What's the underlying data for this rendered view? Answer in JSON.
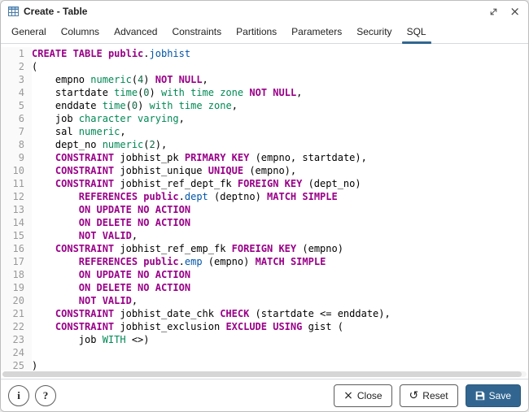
{
  "dialog": {
    "title": "Create - Table"
  },
  "tabs": [
    {
      "label": "General",
      "active": false
    },
    {
      "label": "Columns",
      "active": false
    },
    {
      "label": "Advanced",
      "active": false
    },
    {
      "label": "Constraints",
      "active": false
    },
    {
      "label": "Partitions",
      "active": false
    },
    {
      "label": "Parameters",
      "active": false
    },
    {
      "label": "Security",
      "active": false
    },
    {
      "label": "SQL",
      "active": true
    }
  ],
  "editor": {
    "lines": [
      [
        [
          "kw",
          "CREATE TABLE"
        ],
        [
          "pl",
          " "
        ],
        [
          "kw",
          "public"
        ],
        [
          "pl",
          "."
        ],
        [
          "id",
          "jobhist"
        ]
      ],
      [
        [
          "pl",
          "("
        ]
      ],
      [
        [
          "pl",
          "    empno "
        ],
        [
          "ty",
          "numeric"
        ],
        [
          "pl",
          "("
        ],
        [
          "nb",
          "4"
        ],
        [
          "pl",
          ") "
        ],
        [
          "kw",
          "NOT NULL"
        ],
        [
          "pl",
          ","
        ]
      ],
      [
        [
          "pl",
          "    startdate "
        ],
        [
          "ty",
          "time"
        ],
        [
          "pl",
          "("
        ],
        [
          "nb",
          "0"
        ],
        [
          "pl",
          ") "
        ],
        [
          "ty",
          "with time zone"
        ],
        [
          "pl",
          " "
        ],
        [
          "kw",
          "NOT NULL"
        ],
        [
          "pl",
          ","
        ]
      ],
      [
        [
          "pl",
          "    enddate "
        ],
        [
          "ty",
          "time"
        ],
        [
          "pl",
          "("
        ],
        [
          "nb",
          "0"
        ],
        [
          "pl",
          ") "
        ],
        [
          "ty",
          "with time zone"
        ],
        [
          "pl",
          ","
        ]
      ],
      [
        [
          "pl",
          "    job "
        ],
        [
          "ty",
          "character varying"
        ],
        [
          "pl",
          ","
        ]
      ],
      [
        [
          "pl",
          "    sal "
        ],
        [
          "ty",
          "numeric"
        ],
        [
          "pl",
          ","
        ]
      ],
      [
        [
          "pl",
          "    dept_no "
        ],
        [
          "ty",
          "numeric"
        ],
        [
          "pl",
          "("
        ],
        [
          "nb",
          "2"
        ],
        [
          "pl",
          "),"
        ]
      ],
      [
        [
          "pl",
          "    "
        ],
        [
          "kw",
          "CONSTRAINT"
        ],
        [
          "pl",
          " jobhist_pk "
        ],
        [
          "kw",
          "PRIMARY KEY"
        ],
        [
          "pl",
          " (empno, startdate),"
        ]
      ],
      [
        [
          "pl",
          "    "
        ],
        [
          "kw",
          "CONSTRAINT"
        ],
        [
          "pl",
          " jobhist_unique "
        ],
        [
          "kw",
          "UNIQUE"
        ],
        [
          "pl",
          " (empno),"
        ]
      ],
      [
        [
          "pl",
          "    "
        ],
        [
          "kw",
          "CONSTRAINT"
        ],
        [
          "pl",
          " jobhist_ref_dept_fk "
        ],
        [
          "kw",
          "FOREIGN KEY"
        ],
        [
          "pl",
          " (dept_no)"
        ]
      ],
      [
        [
          "pl",
          "        "
        ],
        [
          "kw",
          "REFERENCES"
        ],
        [
          "pl",
          " "
        ],
        [
          "kw",
          "public"
        ],
        [
          "pl",
          "."
        ],
        [
          "id",
          "dept"
        ],
        [
          "pl",
          " (deptno) "
        ],
        [
          "kw",
          "MATCH SIMPLE"
        ]
      ],
      [
        [
          "pl",
          "        "
        ],
        [
          "kw",
          "ON UPDATE NO ACTION"
        ]
      ],
      [
        [
          "pl",
          "        "
        ],
        [
          "kw",
          "ON DELETE NO ACTION"
        ]
      ],
      [
        [
          "pl",
          "        "
        ],
        [
          "kw",
          "NOT VALID"
        ],
        [
          "pl",
          ","
        ]
      ],
      [
        [
          "pl",
          "    "
        ],
        [
          "kw",
          "CONSTRAINT"
        ],
        [
          "pl",
          " jobhist_ref_emp_fk "
        ],
        [
          "kw",
          "FOREIGN KEY"
        ],
        [
          "pl",
          " (empno)"
        ]
      ],
      [
        [
          "pl",
          "        "
        ],
        [
          "kw",
          "REFERENCES"
        ],
        [
          "pl",
          " "
        ],
        [
          "kw",
          "public"
        ],
        [
          "pl",
          "."
        ],
        [
          "id",
          "emp"
        ],
        [
          "pl",
          " (empno) "
        ],
        [
          "kw",
          "MATCH SIMPLE"
        ]
      ],
      [
        [
          "pl",
          "        "
        ],
        [
          "kw",
          "ON UPDATE NO ACTION"
        ]
      ],
      [
        [
          "pl",
          "        "
        ],
        [
          "kw",
          "ON DELETE NO ACTION"
        ]
      ],
      [
        [
          "pl",
          "        "
        ],
        [
          "kw",
          "NOT VALID"
        ],
        [
          "pl",
          ","
        ]
      ],
      [
        [
          "pl",
          "    "
        ],
        [
          "kw",
          "CONSTRAINT"
        ],
        [
          "pl",
          " jobhist_date_chk "
        ],
        [
          "kw",
          "CHECK"
        ],
        [
          "pl",
          " (startdate <= enddate),"
        ]
      ],
      [
        [
          "pl",
          "    "
        ],
        [
          "kw",
          "CONSTRAINT"
        ],
        [
          "pl",
          " jobhist_exclusion "
        ],
        [
          "kw",
          "EXCLUDE USING"
        ],
        [
          "pl",
          " gist ("
        ]
      ],
      [
        [
          "pl",
          "        job "
        ],
        [
          "ty",
          "WITH"
        ],
        [
          "pl",
          " <>)"
        ]
      ],
      [],
      [
        [
          "pl",
          ")"
        ]
      ],
      []
    ]
  },
  "footer": {
    "close_label": "Close",
    "reset_label": "Reset",
    "save_label": "Save"
  },
  "icons": {
    "info": "i",
    "help": "?",
    "close": "×",
    "reset": "↺"
  },
  "colors": {
    "keyword": "#990088",
    "type": "#008855",
    "identifier": "#0055aa",
    "number": "#116644",
    "primary_button": "#326690",
    "tab_underline": "#326690",
    "gutter_text": "#999999"
  }
}
